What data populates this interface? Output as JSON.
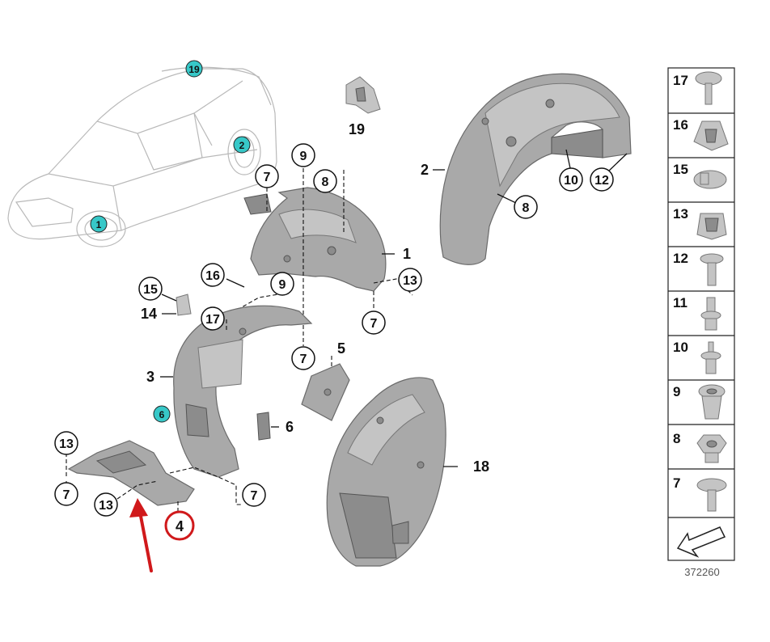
{
  "car_badges": [
    "1",
    "2",
    "19"
  ],
  "side_badge": "6",
  "callouts": {
    "c19": "19",
    "c2": "2",
    "c10": "10",
    "c12": "12",
    "c8a": "8",
    "c9a": "9",
    "c7a": "7",
    "c8b": "8",
    "c1": "1",
    "c16": "16",
    "c9b": "9",
    "c13a": "13",
    "c15": "15",
    "c14": "14",
    "c17": "17",
    "c7b": "7",
    "c7c": "7",
    "c5": "5",
    "c3": "3",
    "c6": "6",
    "c18": "18",
    "c13b": "13",
    "c7d": "7",
    "c13c": "13",
    "c7e": "7",
    "c4": "4"
  },
  "legend": [
    "17",
    "16",
    "15",
    "13",
    "12",
    "11",
    "10",
    "9",
    "8",
    "7"
  ],
  "reference_number": "372260",
  "highlight_color": "#d0191b",
  "badge_color": "#37c8c8"
}
